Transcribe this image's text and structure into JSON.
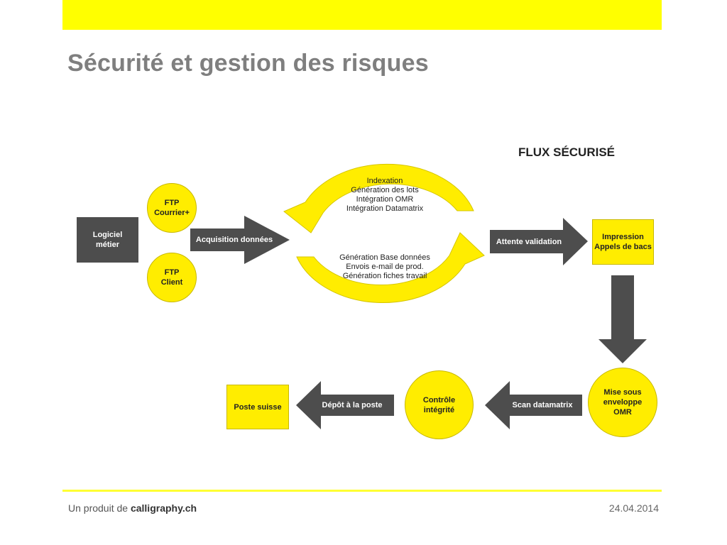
{
  "title": "Sécurité et gestion des risques",
  "flux_title": "FLUX SÉCURISÉ",
  "nodes": {
    "logiciel": [
      "Logiciel",
      "métier"
    ],
    "ftp_courrier": [
      "FTP",
      "Courrier+"
    ],
    "ftp_client": [
      "FTP",
      "Client"
    ],
    "impression": [
      "Impression",
      "Appels de bacs"
    ],
    "mise_sous": [
      "Mise sous",
      "enveloppe",
      "OMR"
    ],
    "controle": [
      "Contrôle",
      "intégrité"
    ],
    "poste": "Poste suisse"
  },
  "arrows": {
    "acquisition": "Acquisition données",
    "attente": "Attente validation",
    "scan": "Scan datamatrix",
    "depot": "Dépôt à la poste"
  },
  "cycle_top": [
    "Indexation",
    "Génération des lots",
    "Intégration OMR",
    "Intégration Datamatrix"
  ],
  "cycle_bottom": [
    "Génération Base données",
    "Envois e-mail de prod.",
    "Génération fiches travail"
  ],
  "footer": {
    "prefix": "Un produit de ",
    "brand": "calligraphy.ch",
    "date": "24.04.2014"
  },
  "colors": {
    "yellow": "#ffed00",
    "dark_gray": "#4d4d4d",
    "title_gray": "#7f7f7f"
  }
}
